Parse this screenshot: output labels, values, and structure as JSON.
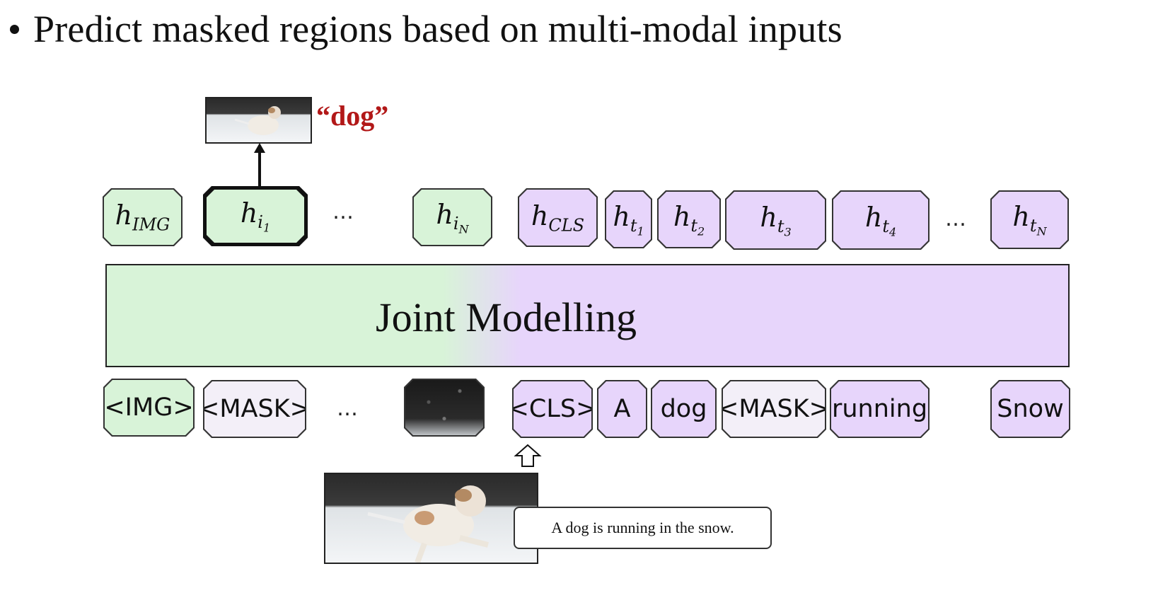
{
  "bullet_text": "Predict masked regions based on multi-modal inputs",
  "prediction_label": "“dog”",
  "joint_label": "Joint Modelling",
  "ellipsis": "…",
  "hidden_tokens": [
    {
      "base": "h",
      "sub": "IMG",
      "subsub": ""
    },
    {
      "base": "h",
      "sub": "i",
      "subsub": "1"
    },
    {
      "base": "h",
      "sub": "i",
      "subsub": "N"
    },
    {
      "base": "h",
      "sub": "CLS",
      "subsub": ""
    },
    {
      "base": "h",
      "sub": "t",
      "subsub": "1"
    },
    {
      "base": "h",
      "sub": "t",
      "subsub": "2"
    },
    {
      "base": "h",
      "sub": "t",
      "subsub": "3"
    },
    {
      "base": "h",
      "sub": "t",
      "subsub": "4"
    },
    {
      "base": "h",
      "sub": "t",
      "subsub": "N"
    }
  ],
  "input_tokens": [
    "<IMG>",
    "<MASK>",
    "<CLS>",
    "A",
    "dog",
    "<MASK>",
    "running",
    "Snow"
  ],
  "caption": "A dog is running in the snow.",
  "colors": {
    "image_token": "#d8f3d8",
    "text_token": "#e7d5fb",
    "prediction_text": "#b21818"
  }
}
